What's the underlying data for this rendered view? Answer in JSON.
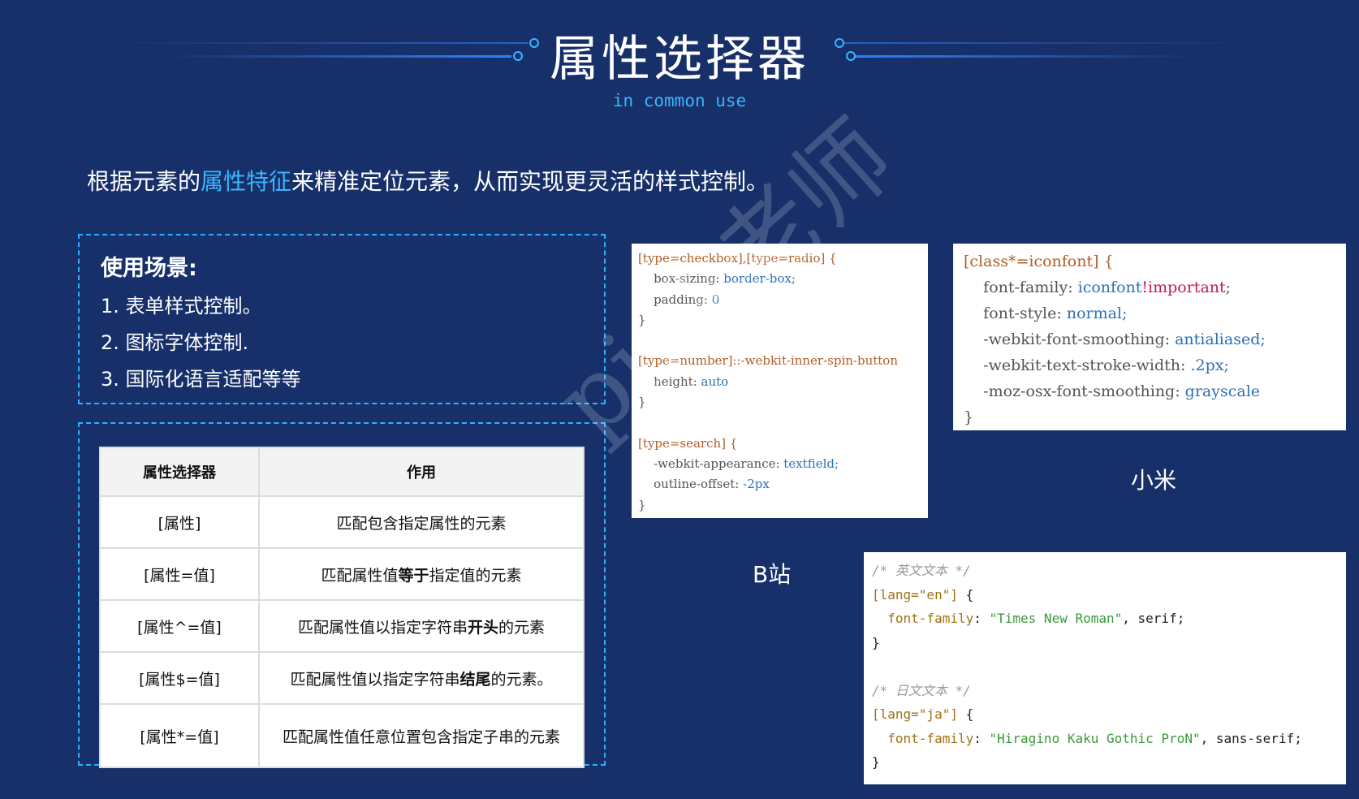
{
  "header": {
    "title": "属性选择器",
    "subtitle": "in common use"
  },
  "intro": {
    "before": "根据元素的",
    "highlight": "属性特征",
    "after": "来精准定位元素，从而实现更灵活的样式控制。"
  },
  "usage": {
    "heading": "使用场景:",
    "items": [
      "1. 表单样式控制。",
      "2. 图标字体控制.",
      "3. 国际化语言适配等等"
    ]
  },
  "table": {
    "headers": [
      "属性选择器",
      "作用"
    ],
    "rows": [
      {
        "selector": "[属性]",
        "pre": "匹配包含指定属性的元素",
        "bold": "",
        "post": ""
      },
      {
        "selector": "[属性=值]",
        "pre": "匹配属性值",
        "bold": "等于",
        "post": "指定值的元素"
      },
      {
        "selector": "[属性^=值]",
        "pre": "匹配属性值以指定字符串",
        "bold": "开头",
        "post": "的元素"
      },
      {
        "selector": "[属性$=值]",
        "pre": "匹配属性值以指定字符串",
        "bold": "结尾",
        "post": "的元素。"
      },
      {
        "selector": "[属性*=值]",
        "pre": "匹配属性值任意位置包含指定子串的元素",
        "bold": "",
        "post": ""
      }
    ]
  },
  "code_bilibili": {
    "sel1": "[type=checkbox],[type=radio] {",
    "p1": "box-sizing: ",
    "v1": "border-box;",
    "p2": "padding: ",
    "v2": "0",
    "close": "}",
    "sel2": "[type=number]::-webkit-inner-spin-button",
    "p3": "height: ",
    "v3": "auto",
    "sel3": "[type=search] {",
    "p4": "-webkit-appearance: ",
    "v4": "textfield;",
    "p5": "outline-offset: ",
    "v5": "-2px"
  },
  "code_xiaomi": {
    "sel": "[class*=iconfont] {",
    "p1": "font-family: ",
    "v1a": "iconfont",
    "v1b": "!important",
    "v1c": ";",
    "p2": "font-style: ",
    "v2": "normal;",
    "p3": "-webkit-font-smoothing: ",
    "v3": "antialiased;",
    "p4": "-webkit-text-stroke-width: ",
    "v4": ".2px;",
    "p5": "-moz-osx-font-smoothing: ",
    "v5": "grayscale",
    "close": "}"
  },
  "code_lang": {
    "c1": "/* 英文文本 */",
    "s1": "[lang=\"en\"]",
    "brace": " {",
    "p1": "font-family",
    "v1": "\"Times New Roman\"",
    "r1": ", serif;",
    "close": "}",
    "c2": "/* 日文文本 */",
    "s2": "[lang=\"ja\"]",
    "v2": "\"Hiragino Kaku Gothic ProN\"",
    "r2": ", sans-serif;"
  },
  "captions": {
    "xiaomi": "小米",
    "bilibili": "B站"
  },
  "watermark": "pink老师",
  "colors": {
    "background": "#17306a",
    "accent": "#3ab6ff"
  }
}
